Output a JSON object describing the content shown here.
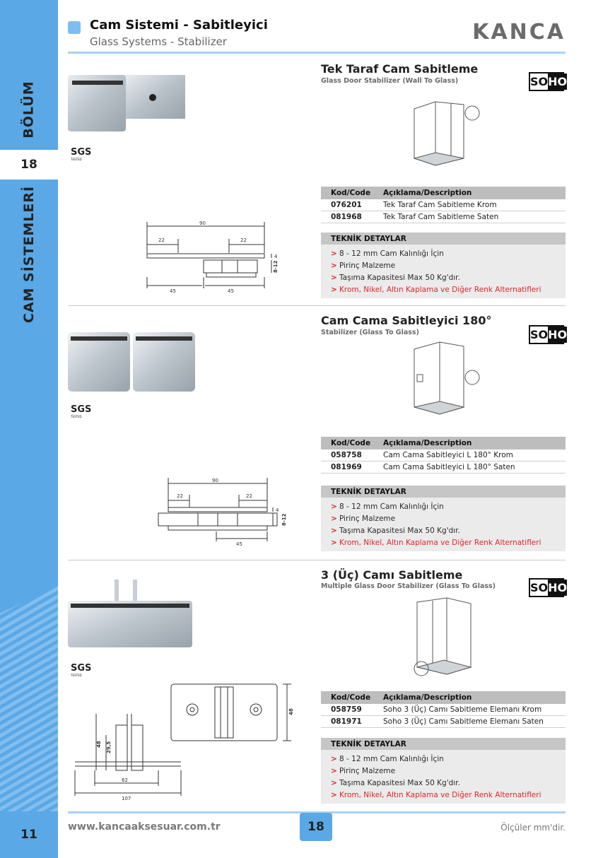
{
  "header": {
    "title": "Cam Sistemi - Sabitleyici",
    "subtitle": "Glass Systems - Stabilizer",
    "brand": "KANCA"
  },
  "sidebar": {
    "bolum": "BÖLÜM",
    "number": "18",
    "category": "CAM SİSTEMLERİ"
  },
  "badges": {
    "soho_left": "SO",
    "soho_right": "HO",
    "sgs": "SGS"
  },
  "table_headers": {
    "code": "Kod/Code",
    "description": "Açıklama/Description"
  },
  "tech_header": "TEKNİK DETAYLAR",
  "products": [
    {
      "title": "Tek Taraf Cam Sabitleme",
      "subtitle": "Glass Door Stabilizer (Wall To Glass)",
      "rows": [
        {
          "code": "076201",
          "desc": "Tek Taraf Cam Sabitleme Krom"
        },
        {
          "code": "081968",
          "desc": "Tek Taraf Cam Sabitleme Saten"
        }
      ],
      "details": [
        "8 - 12 mm Cam Kalınlığı İçin",
        "Pirinç Malzeme",
        "Taşıma Kapasitesi Max 50 Kg'dır.",
        "Krom, Nikel, Altın Kaplama ve Diğer Renk Alternatifleri"
      ],
      "dims": {
        "total": "90",
        "a": "22",
        "b": "22",
        "c": "45",
        "d": "45",
        "t": "4",
        "g": "8-12"
      }
    },
    {
      "title": "Cam Cama Sabitleyici 180°",
      "subtitle": "Stabilizer (Glass To Glass)",
      "rows": [
        {
          "code": "058758",
          "desc": "Cam Cama Sabitleyici L 180° Krom"
        },
        {
          "code": "081969",
          "desc": "Cam Cama Sabitleyici L 180° Saten"
        }
      ],
      "details": [
        "8 - 12 mm Cam Kalınlığı İçin",
        "Pirinç Malzeme",
        "Taşıma Kapasitesi Max 50 Kg'dır.",
        "Krom, Nikel, Altın Kaplama ve Diğer Renk Alternatifleri"
      ],
      "dims": {
        "total": "90",
        "a": "22",
        "b": "22",
        "c": "45",
        "t": "4",
        "g": "8-12"
      }
    },
    {
      "title": "3 (Üç) Camı Sabitleme",
      "subtitle": "Multiple Glass Door Stabilizer (Glass To Glass)",
      "rows": [
        {
          "code": "058759",
          "desc": "Soho 3 (Üç) Camı Sabitleme Elemanı Krom"
        },
        {
          "code": "081971",
          "desc": "Soho 3 (Üç) Camı Sabitleme Elemanı Saten"
        }
      ],
      "details": [
        "8 - 12 mm Cam Kalınlığı İçin",
        "Pirinç Malzeme",
        "Taşıma Kapasitesi Max 50 Kg'dır.",
        "Krom, Nikel, Altın Kaplama ve Diğer Renk Alternatifleri"
      ],
      "dims": {
        "h1": "48",
        "h2": "29,5",
        "w1": "62",
        "w2": "107",
        "side": "48"
      }
    }
  ],
  "footer": {
    "left_page": "11",
    "url": "www.kancaaksesuar.com.tr",
    "center_page": "18",
    "note": "Ölçüler mm'dir."
  },
  "colors": {
    "accent": "#5aa8e6",
    "light_accent": "#a8d2f5",
    "red": "#e0262b"
  }
}
